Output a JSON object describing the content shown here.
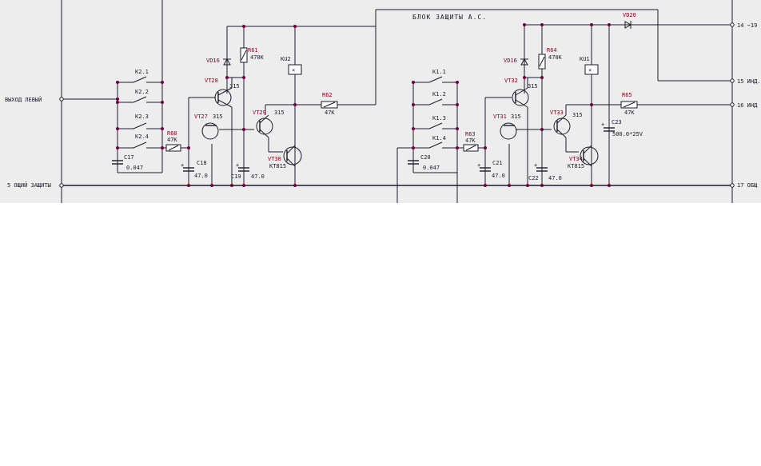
{
  "title": "БЛОК ЗАЩИТЫ А.С.",
  "pins": {
    "in_left": "ВЫХОД ЛЕВЫЙ",
    "p5": "5 ОЩИЙ ЗАЩИТЫ",
    "p14": "14 ~19",
    "p15": "15 ИНД.",
    "p16": "16 ИНД",
    "p17": "17 ОБЩ"
  },
  "switches": {
    "k21": "K2.1",
    "k22": "K2.2",
    "k23": "K2.3",
    "k24": "K2.4",
    "k11": "K1.1",
    "k12": "K1.2",
    "k13": "K1.3",
    "k14": "K1.4"
  },
  "relays": {
    "ku2": "KU2",
    "ku1": "KU1"
  },
  "resistors": {
    "r60": "R60",
    "r60v": "47K",
    "r61": "R61",
    "r61v": "470K",
    "r62": "R62",
    "r62v": "47K",
    "r63": "R63",
    "r63v": "47K",
    "r64": "R64",
    "r64v": "470K",
    "r65": "R65",
    "r65v": "47K"
  },
  "capacitors": {
    "c17": "C17",
    "c17v": "0.047",
    "c18": "C18",
    "c18v": "47.0",
    "c19": "C19",
    "c19v": "47.0",
    "c20": "C20",
    "c20v": "0.047",
    "c21": "C21",
    "c21v": "47.0",
    "c22": "C22",
    "c22v": "47.0",
    "c23": "C23",
    "c23v": "500.0*25V"
  },
  "transistors": {
    "vt28": "VT28",
    "vt28t": "315",
    "vt27": "VT27",
    "vt27t": "315",
    "vt29": "VT29",
    "vt29t": "315",
    "vt30": "VT30",
    "vt30t": "KT815",
    "vt32": "VT32",
    "vt32t": "315",
    "vt31": "VT31",
    "vt31t": "315",
    "vt33": "VT33",
    "vt33t": "315",
    "vt34": "VT34",
    "vt34t": "KT815"
  },
  "diodes": {
    "vd16a": "VD16",
    "vd16b": "VD16",
    "vd20": "VD20"
  },
  "colors": {
    "background": "#ededed",
    "wire": "#1a1a2a",
    "junction": "#700040",
    "designator": "#8a0020"
  }
}
